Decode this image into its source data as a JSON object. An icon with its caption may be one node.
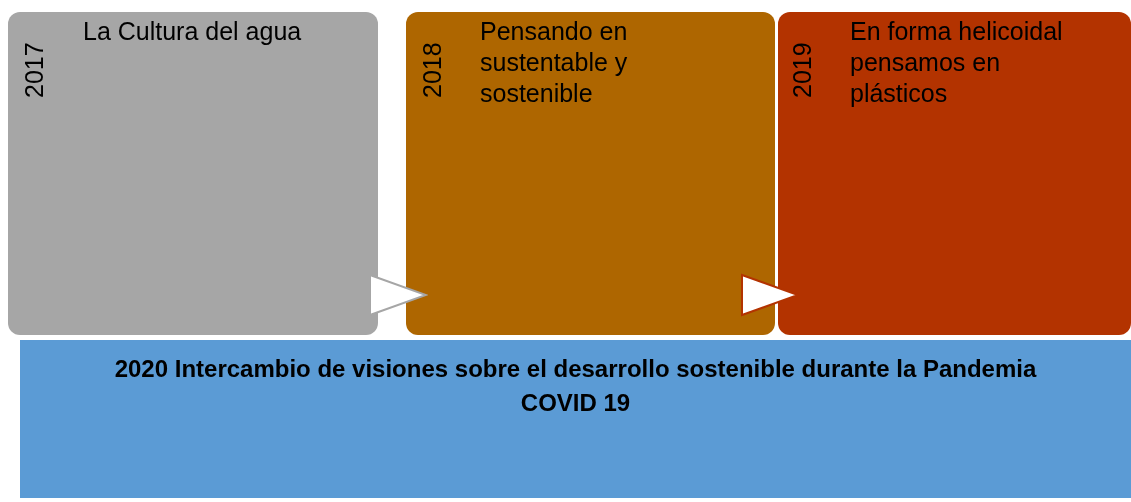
{
  "diagram": {
    "nodes": [
      {
        "text": [
          "2017",
          "La Cultura del agua"
        ]
      },
      {
        "text": [
          "2018",
          "Pensando en sustentable y sostenible"
        ]
      },
      {
        "text": [
          "2019",
          "En forma helicoidal pensamos en plásticos"
        ]
      },
      {
        "text": [
          "2020 Intercambio de visiones sobre el desarrollo sostenible durante la Pandemia COVID 19"
        ]
      }
    ],
    "edges": [
      {
        "from": 0,
        "to": 1,
        "arrow": "to",
        "color": "#a6a6a6"
      },
      {
        "from": 1,
        "to": 2,
        "arrow": "to",
        "color": "#b33300"
      }
    ]
  }
}
